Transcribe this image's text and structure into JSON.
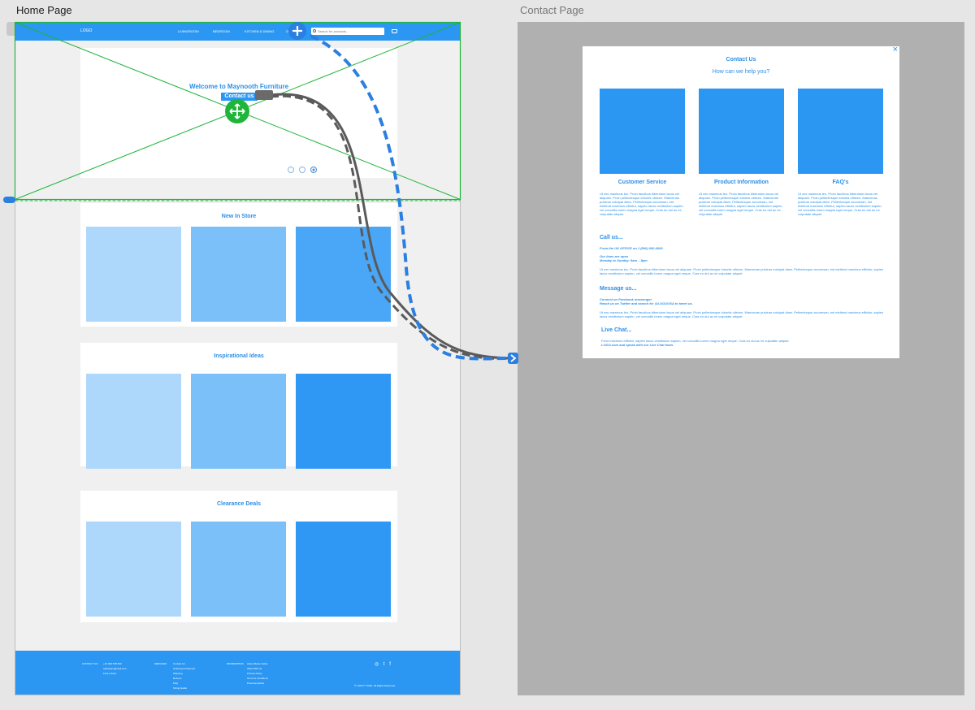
{
  "artboards": {
    "home_label": "Home Page",
    "contact_label": "Contact Page"
  },
  "home": {
    "nav": {
      "logo": "LOGO",
      "links": [
        "LIVINGROOM",
        "BEDROOM",
        "KITCHEN & DINING",
        "OF"
      ],
      "search_placeholder": "Search for products..."
    },
    "hero": {
      "title": "Welcome to Maynooth Furniture",
      "button": "Contact us"
    },
    "sections": [
      {
        "title": "New In Store"
      },
      {
        "title": "Inspirational Ideas"
      },
      {
        "title": "Clearance Deals"
      }
    ],
    "footer": {
      "contact_head": "CONTACT US",
      "contact_lines": [
        "+44 000 578 000",
        "salesteam@mail.com",
        "Find a Store"
      ],
      "services_head": "SERVICES",
      "services_lines": [
        "Contact Us",
        "Ordering & Payment",
        "Shipping",
        "Returns",
        "FAQ",
        "Sizing Guide"
      ],
      "info_head": "INFORMATION",
      "info_lines": [
        "About Maloo Sofas",
        "Work With Us",
        "Privacy Policy",
        "Terms & Conditions",
        "Press Enquiries"
      ],
      "social": [
        "◎",
        "t",
        "f"
      ],
      "copyright": "© LOGO™ 2022. All Rights Reserved."
    }
  },
  "contact": {
    "close": "×",
    "title": "Contact Us",
    "subtitle": "How can we help you?",
    "columns": [
      {
        "title": "Customer Service",
        "text": "Ut nec maximus leo. Proin faucibus bibendum lacus vel aliquam. Proin pellentesque lobortis ultrices. Maecenas pulvinar volutpat diam. Pellentesque accumsan, est eleifend maximus efficitur, sapien lacus vestibulum sapien, vel convallis lorem magna eget neque. Cras eu dui ac mi vulputate aliquet."
      },
      {
        "title": "Product Information",
        "text": "Ut nec maximus leo. Proin faucibus bibendum lacus vel aliquam. Proin pellentesque lobortis ultrices. Maecenas pulvinar volutpat diam. Pellentesque accumsan, est eleifend maximus efficitur, sapien lacus vestibulum sapien, vel convallis lorem magna eget neque. Cras eu dui ac mi vulputate aliquet."
      },
      {
        "title": "FAQ's",
        "text": "Ut nec maximus leo. Proin faucibus bibendum lacus vel aliquam. Proin pellentesque lobortis ultrices. Maecenas pulvinar volutpat diam. Pellentesque accumsan, est eleifend maximus efficitur, sapien lacus vestibulum sapien, vel convallis lorem magna eget neque. Cras eu dui ac mi vulputate aliquet."
      }
    ],
    "call": {
      "heading": "Call us...",
      "line1": "From the UK OFFICE on 1 (800) 000-0000",
      "line2": "Our lines are open",
      "line3": "Monday to Sunday: 8am – 9pm",
      "body": "Ut nec maximus leo. Proin faucibus bibendum lacus vel aliquam. Proin pellentesque lobortis ultrices. Maecenas pulvinar volutpat diam. Pellentesque accumsan, est eleifend maximus efficitur, sapien lacus vestibulum sapien, vel convallis lorem magna eget neque. Cras eu dui ac mi vulputate aliquet."
    },
    "message": {
      "heading": "Message us...",
      "line1": "Connect on Facebook messenger",
      "line2": "Reach us on Twitter and search for @LOGOUSA to tweet us.",
      "body": "Ut nec maximus leo. Proin faucibus bibendum lacus vel aliquam. Proin pellentesque lobortis ultrices. Maecenas pulvinar volutpat diam. Pellentesque accumsan, est eleifend maximus efficitur, sapien lacus vestibulum sapien, vel convallis lorem magna eget neque. Cras eu dui ac mi vulputate aliquet."
    },
    "chat": {
      "heading": "Live Chat...",
      "body": "Fend maximus efficitur, sapien lacus vestibulum sapien, vel convallis lorem magna eget neque. Cras eu dui ac mi vulputate aliquet.",
      "line1": "LOGO.com and speak with our Live Chat team."
    }
  },
  "colors": {
    "accent": "#2b97f2",
    "link_line": "#2b7fe0",
    "hotspot": "#1fb53a",
    "connector": "#5a5a5a"
  },
  "icons": {
    "add_hotspot": "plus-icon",
    "move_handle": "move-icon",
    "target_arrow": "chevron-right-icon"
  }
}
